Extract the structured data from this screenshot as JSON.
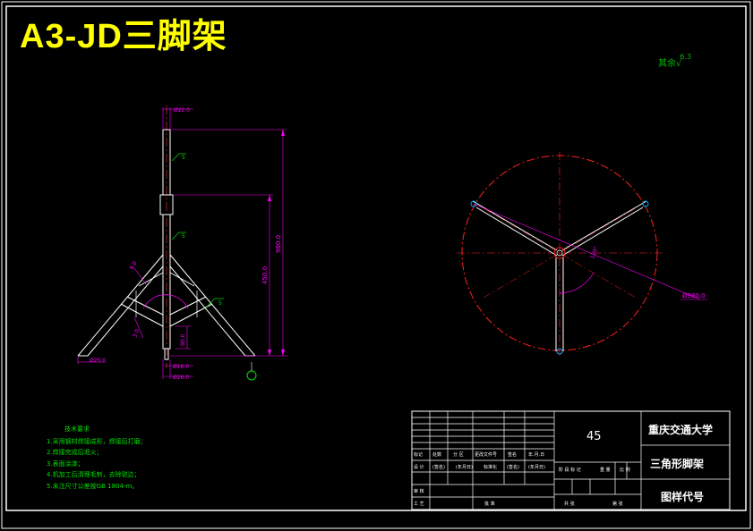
{
  "title": "A3-JD三脚架",
  "roughness": {
    "prefix": "其余",
    "value": "6.3"
  },
  "tech_requirements": {
    "heading": "技术要求",
    "items": [
      "1.采用钢材焊接成形，焊接后打磨；",
      "2.焊接完成后退火；",
      "3.表面涂漆；",
      "4.机加工后清理毛刺，去除锐边；",
      "5.未注尺寸公差按GB 1804-m。"
    ]
  },
  "dimensions": {
    "top_dia": "Ø22.0",
    "bottom_dia1": "Ø16.0",
    "bottom_dia2": "Ø26.0",
    "foot_dia": "Ø25.0",
    "height_total": "980.0",
    "height_mid": "450.0",
    "short_len": "90.0",
    "leg_a": "8.0",
    "leg_b": "3.0",
    "angle": "120°",
    "circle_dia": "Ø980.0",
    "weld1": "5",
    "weld2": "5",
    "weld3": "5"
  },
  "title_block": {
    "material": "45",
    "school": "重庆交通大学",
    "part_name": "三角形脚架",
    "drawing_code": "图样代号",
    "row_labels": [
      "标记",
      "处数",
      "分 区",
      "更改文件号",
      "签名",
      "年.月.日"
    ],
    "row2_labels": [
      "设 计",
      "(签名)",
      "(年月日)",
      "标准化",
      "(签名)",
      "(年月日)"
    ],
    "left_labels": [
      "审 核",
      "工 艺"
    ],
    "approve": "批 准",
    "stage_labels": [
      "阶 段 标 记",
      "重 量",
      "比 例"
    ],
    "sheet_labels": [
      "共 张",
      "第 张"
    ]
  }
}
